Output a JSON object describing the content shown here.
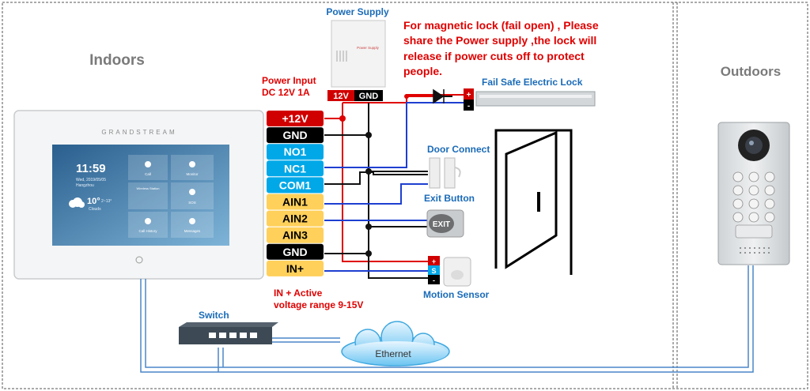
{
  "zones": {
    "indoors": "Indoors",
    "outdoors": "Outdoors"
  },
  "power_supply": {
    "title": "Power Supply",
    "sticker": "Power Supply"
  },
  "power_input": {
    "line1": "Power Input",
    "line2": "DC 12V 1A"
  },
  "ps_terminals": {
    "v12": "12V",
    "gnd": "GND"
  },
  "note": {
    "line1": "For magnetic lock (fail open) , Please",
    "line2": "share the Power supply ,the lock will",
    "line3": "release if power cuts off to protect",
    "line4": "people."
  },
  "lock": {
    "label": "Fail Safe Electric Lock",
    "plus": "+",
    "minus": "-"
  },
  "door_connect": "Door Connect",
  "exit_button": {
    "label": "Exit Button",
    "text": "EXIT"
  },
  "motion": {
    "label": "Motion Sensor",
    "plus": "+",
    "s": "S",
    "minus": "-"
  },
  "in_note": {
    "line1": "IN + Active",
    "line2": "voltage range 9-15V"
  },
  "switch_label": "Switch",
  "ethernet": "Ethernet",
  "terminals": [
    {
      "label": "+12V",
      "bg": "#d10000",
      "fg": "#ffffff"
    },
    {
      "label": "GND",
      "bg": "#000000",
      "fg": "#ffffff"
    },
    {
      "label": "NO1",
      "bg": "#00a8e8",
      "fg": "#ffffff"
    },
    {
      "label": "NC1",
      "bg": "#00a8e8",
      "fg": "#ffffff"
    },
    {
      "label": "COM1",
      "bg": "#00a8e8",
      "fg": "#ffffff"
    },
    {
      "label": "AIN1",
      "bg": "#ffd05a",
      "fg": "#000000"
    },
    {
      "label": "AIN2",
      "bg": "#ffd05a",
      "fg": "#000000"
    },
    {
      "label": "AIN3",
      "bg": "#ffd05a",
      "fg": "#000000"
    },
    {
      "label": "GND",
      "bg": "#000000",
      "fg": "#ffffff"
    },
    {
      "label": "IN+",
      "bg": "#ffd05a",
      "fg": "#000000"
    }
  ],
  "indoor_unit": {
    "brand": "GRANDSTREAM",
    "time": "11:59",
    "date": "Wed, 2019/05/05",
    "city": "Hangzhou",
    "temp": "10°",
    "temp_range": "2~13°",
    "condition": "Clouds",
    "tiles": [
      "Call",
      "Monitor",
      "Wireless Station",
      "SOS",
      "Call History",
      "Messages"
    ]
  },
  "colors": {
    "red_wire": "#e00000",
    "blue_wire": "#1e3fd0",
    "black_wire": "#111111",
    "label_blue": "#1a6bb8",
    "label_red": "#e00000",
    "net_wire": "#4a86c8"
  }
}
